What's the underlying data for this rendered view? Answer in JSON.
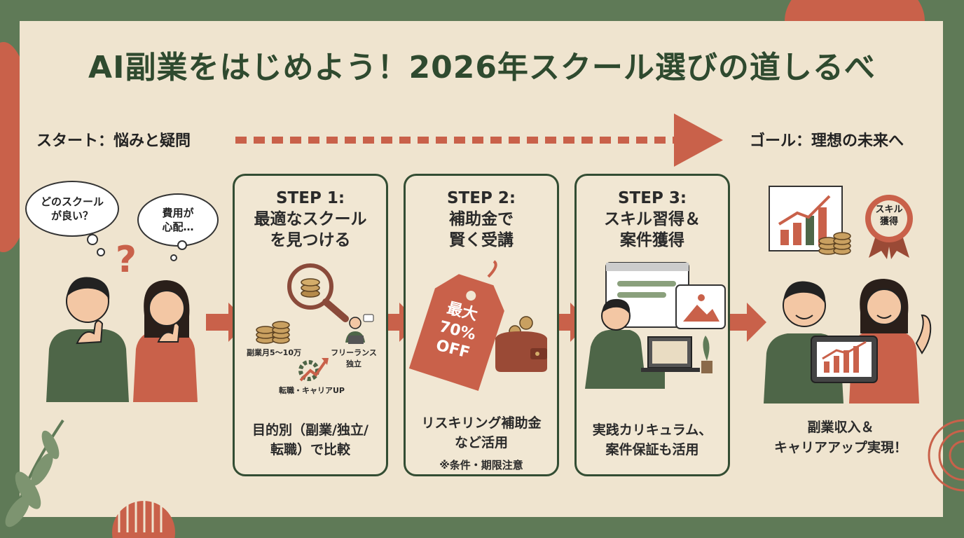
{
  "title": "AI副業をはじめよう！2026年スクール選びの道しるべ",
  "start_label": "スタート：悩みと疑問",
  "goal_label": "ゴール：理想の未来へ",
  "bubbles": {
    "question_1": "どのスクール\nが良い？",
    "question_2": "費用が\n心配…"
  },
  "steps": [
    {
      "title": "STEP 1:\n最適なスクール\nを見つける",
      "desc": "目的別（副業/独立/\n転職）で比較",
      "icon_labels": [
        "副業月5～10万",
        "フリーランス\n独立",
        "転職・キャリアUP"
      ]
    },
    {
      "title": "STEP 2:\n補助金で\n賢く受講",
      "desc": "リスキリング補助金\nなど活用",
      "note": "※条件・期限注意",
      "tag_text": "最大\n70%\nOFF"
    },
    {
      "title": "STEP 3:\nスキル習得＆\n案件獲得",
      "desc": "実践カリキュラム、\n案件保証も活用"
    }
  ],
  "goal": {
    "badge": "スキル\n獲得",
    "text": "副業収入＆\nキャリアアップ実現！"
  },
  "colors": {
    "background": "#5f7a57",
    "panel": "#efe4cf",
    "accent": "#c9614a",
    "dark_green": "#334d33"
  }
}
